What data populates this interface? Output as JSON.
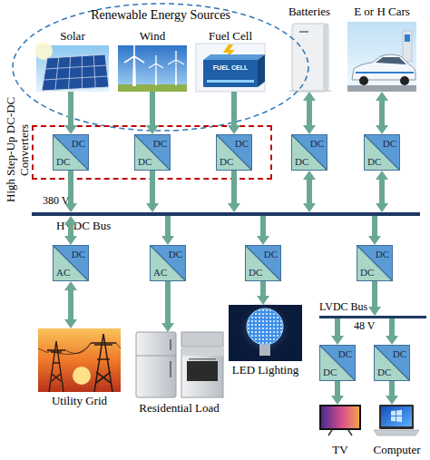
{
  "diagram": {
    "nodes": [
      {
        "text": [
          "Renewable Energy Sources"
        ]
      },
      {
        "text": [
          "Solar"
        ],
        "in": 0
      },
      {
        "text": [
          "Wind"
        ],
        "in": 0
      },
      {
        "text": [
          "Fuel Cell"
        ],
        "in": 0
      },
      {
        "text": [
          "Batteries"
        ]
      },
      {
        "text": [
          "E or H Cars"
        ]
      },
      {
        "text": [
          "High Step-Up DC-DC Converters"
        ]
      },
      {
        "text": [
          "DC",
          "DC"
        ],
        "in": 6
      },
      {
        "text": [
          "DC",
          "DC"
        ],
        "in": 6
      },
      {
        "text": [
          "DC",
          "DC"
        ],
        "in": 6
      },
      {
        "text": [
          "DC",
          "DC"
        ]
      },
      {
        "text": [
          "DC",
          "DC"
        ]
      },
      {
        "text": [
          "380 V",
          "HVDC Bus"
        ]
      },
      {
        "text": [
          "DC",
          "AC"
        ]
      },
      {
        "text": [
          "DC",
          "AC"
        ]
      },
      {
        "text": [
          "DC",
          "DC"
        ]
      },
      {
        "text": [
          "DC",
          "DC"
        ]
      },
      {
        "text": [
          "LVDC Bus",
          "48 V"
        ]
      },
      {
        "text": [
          "DC",
          "DC"
        ]
      },
      {
        "text": [
          "DC",
          "DC"
        ]
      },
      {
        "text": [
          "Utility Grid"
        ]
      },
      {
        "text": [
          "Residential Load"
        ]
      },
      {
        "text": [
          "LED Lighting"
        ]
      },
      {
        "text": [
          "TV"
        ]
      },
      {
        "text": [
          "Computer"
        ]
      }
    ],
    "edges": [
      {
        "from": 1,
        "to": 7,
        "arrow": "to"
      },
      {
        "from": 2,
        "to": 8,
        "arrow": "to"
      },
      {
        "from": 3,
        "to": 9,
        "arrow": "to"
      },
      {
        "from": 4,
        "to": 10,
        "arrow": "both"
      },
      {
        "from": 5,
        "to": 11,
        "arrow": "both"
      },
      {
        "from": 7,
        "to": 12,
        "arrow": "to"
      },
      {
        "from": 8,
        "to": 12,
        "arrow": "to"
      },
      {
        "from": 9,
        "to": 12,
        "arrow": "to"
      },
      {
        "from": 10,
        "to": 12,
        "arrow": "both"
      },
      {
        "from": 11,
        "to": 12,
        "arrow": "both"
      },
      {
        "from": 12,
        "to": 13,
        "arrow": "both"
      },
      {
        "from": 12,
        "to": 14,
        "arrow": "to"
      },
      {
        "from": 12,
        "to": 15,
        "arrow": "to"
      },
      {
        "from": 12,
        "to": 16,
        "arrow": "to"
      },
      {
        "from": 13,
        "to": 20,
        "arrow": "both"
      },
      {
        "from": 14,
        "to": 21,
        "arrow": "to"
      },
      {
        "from": 15,
        "to": 22,
        "arrow": "to"
      },
      {
        "from": 16,
        "to": 17,
        "arrow": "to"
      },
      {
        "from": 17,
        "to": 18,
        "arrow": "to"
      },
      {
        "from": 17,
        "to": 19,
        "arrow": "to"
      },
      {
        "from": 18,
        "to": 23,
        "arrow": "to"
      },
      {
        "from": 19,
        "to": 24,
        "arrow": "to"
      }
    ],
    "labels": [
      "FUEL CELL"
    ]
  }
}
